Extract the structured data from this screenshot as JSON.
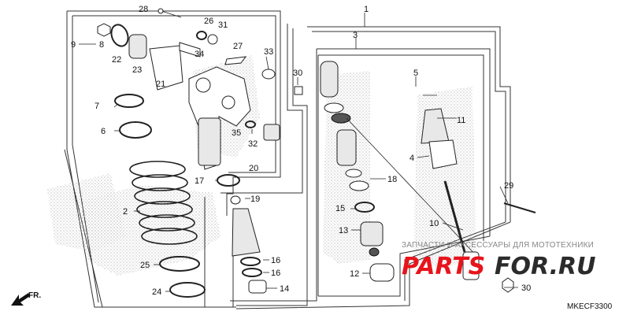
{
  "diagram": {
    "callouts": [
      "1",
      "2",
      "3",
      "4",
      "5",
      "6",
      "7",
      "8",
      "9",
      "10",
      "11",
      "12",
      "13",
      "14",
      "15",
      "16",
      "16",
      "17",
      "18",
      "19",
      "20",
      "21",
      "22",
      "23",
      "24",
      "25",
      "26",
      "27",
      "28",
      "29",
      "30",
      "30",
      "31",
      "32",
      "33",
      "34",
      "35"
    ],
    "watermark": "ЗАПЧАСТИ И АКСЕССУАРЫ ДЛЯ МОТОТЕХНИКИ",
    "brand": {
      "left": "PARTS",
      "right": "FOR.RU",
      "left_color": "#e8141c",
      "right_color": "#2b2b2b"
    },
    "front_marker": "FR.",
    "diagram_code": "MKECF3300"
  }
}
